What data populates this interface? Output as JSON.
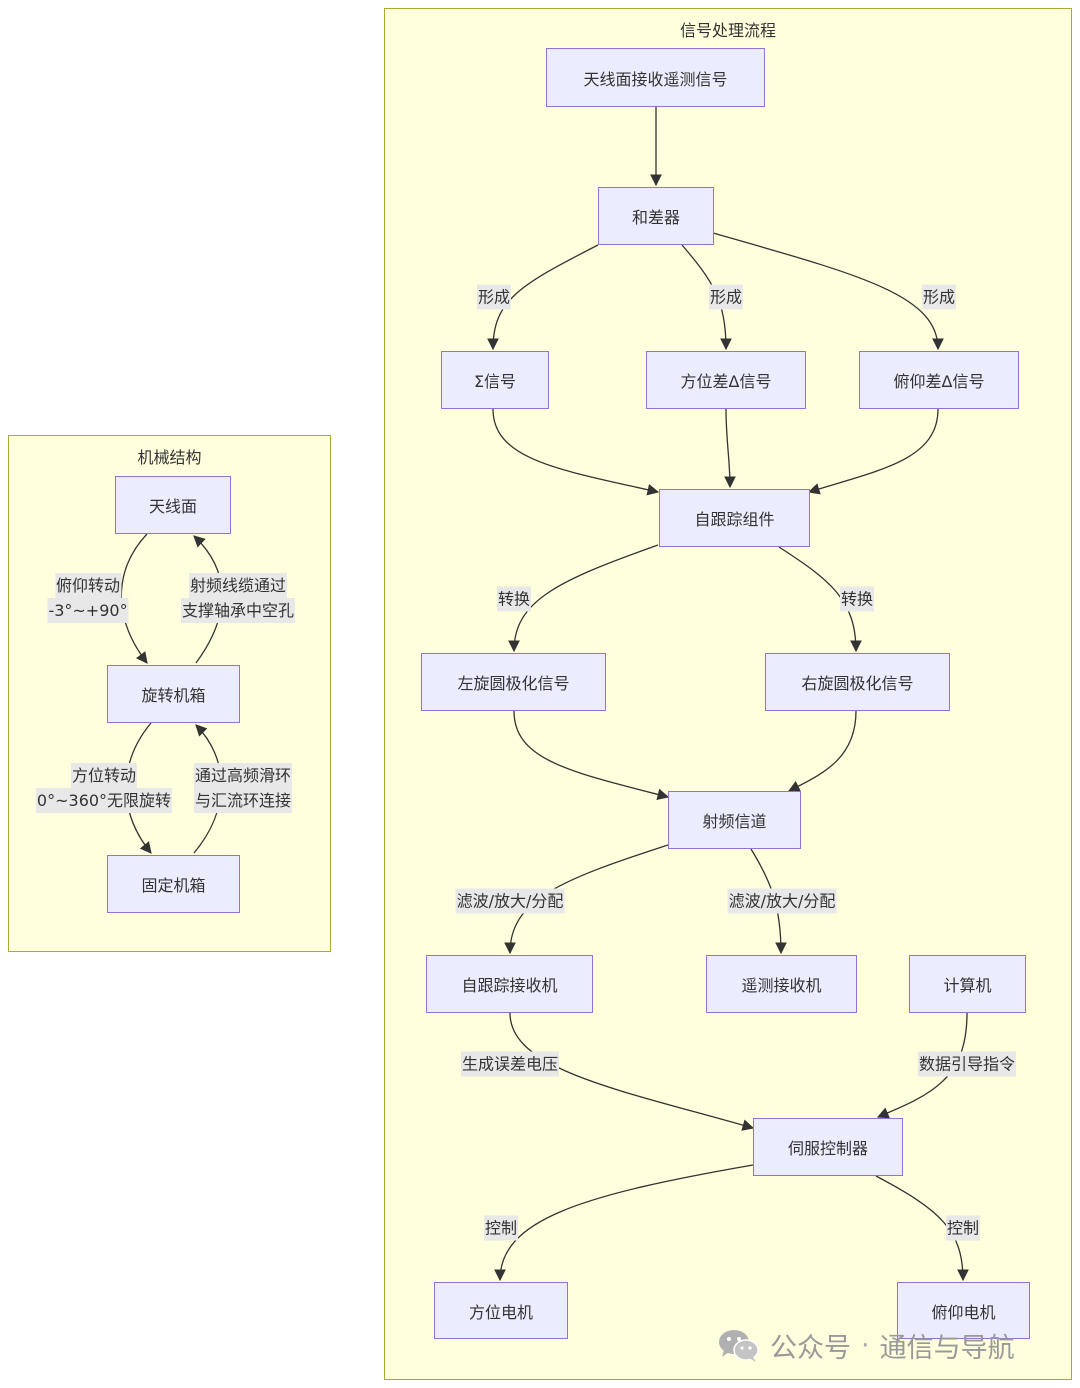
{
  "mech": {
    "title": "机械结构",
    "antenna": "天线面",
    "rotbox": "旋转机箱",
    "fixbox": "固定机箱",
    "e_pitch_1": "俯仰转动",
    "e_pitch_2": "-3°~+90°",
    "e_rf_1": "射频线缆通过",
    "e_rf_2": "支撑轴承中空孔",
    "e_az_1": "方位转动",
    "e_az_2": "0°~360°无限旋转",
    "e_slip_1": "通过高频滑环",
    "e_slip_2": "与汇流环连接"
  },
  "sig": {
    "title": "信号处理流程",
    "recv": "天线面接收遥测信号",
    "hyb": "和差器",
    "sigma": "Σ信号",
    "azd": "方位差Δ信号",
    "eld": "俯仰差Δ信号",
    "track": "自跟踪组件",
    "lhcp": "左旋圆极化信号",
    "rhcp": "右旋圆极化信号",
    "rfch": "射频信道",
    "trkrx": "自跟踪接收机",
    "tmrx": "遥测接收机",
    "comp": "计算机",
    "servo": "伺服控制器",
    "azmot": "方位电机",
    "elmot": "俯仰电机",
    "e_form_1": "形成",
    "e_form_2": "形成",
    "e_form_3": "形成",
    "e_conv_1": "转换",
    "e_conv_2": "转换",
    "e_filt_1": "滤波/放大/分配",
    "e_filt_2": "滤波/放大/分配",
    "e_err": "生成误差电压",
    "e_guide": "数据引导指令",
    "e_ctrl_1": "控制",
    "e_ctrl_2": "控制"
  },
  "watermark": {
    "icon": "wechat-icon",
    "left": "公众号",
    "dot": "·",
    "right": "通信与导航"
  }
}
